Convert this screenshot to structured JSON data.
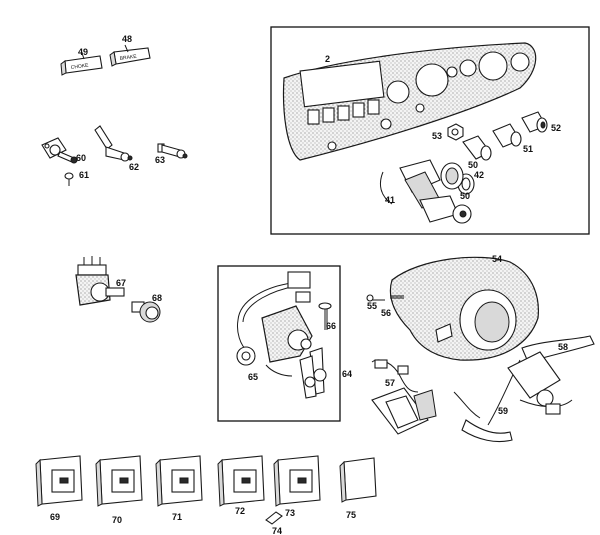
{
  "parts": {
    "p2": "2",
    "p41": "41",
    "p42": "42",
    "p48": "48",
    "p49": "49",
    "p50a": "50",
    "p50b": "50",
    "p51": "51",
    "p52": "52",
    "p53": "53",
    "p54": "54",
    "p55": "55",
    "p56": "56",
    "p57": "57",
    "p58": "58",
    "p59": "59",
    "p60": "60",
    "p61": "61",
    "p62": "62",
    "p63": "63",
    "p64": "64",
    "p65": "65",
    "p66": "66",
    "p67": "67",
    "p68": "68",
    "p69": "69",
    "p70": "70",
    "p71": "71",
    "p72": "72",
    "p73": "73",
    "p74": "74",
    "p75": "75"
  },
  "knob_text": {
    "k48": "BRAKE",
    "k49": "CHOKE"
  }
}
